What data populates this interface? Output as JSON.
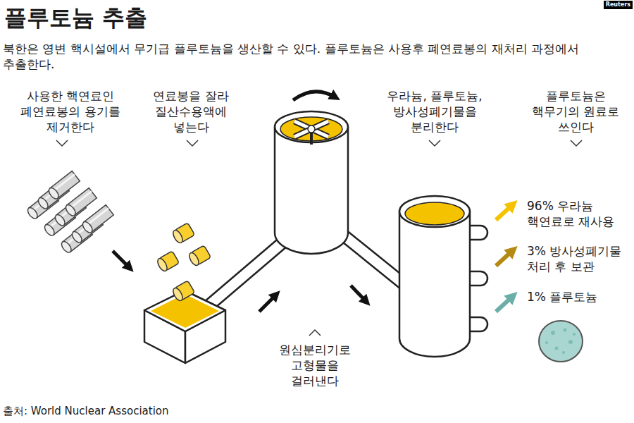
{
  "diagram": {
    "title": "플루토늄 추출",
    "caption": "출처: World Nuclear Association",
    "labels": [
      "Reuters",
      "북한은 영변 핵시설에서 무기급 플루토늄을 생산할 수 있다. 플루토늄은 사용후 폐연료봉의 재처리 과정에서 추출한다.",
      "사용한 핵연료인 폐연료봉의 용기를 제거한다",
      "연료봉을 잘라 질산수용액에 넣는다",
      "우라늄, 플루토늄, 방사성폐기물을 분리한다",
      "플루토늄은 핵무기의 원료로 쓰인다",
      "96% 우라늄 핵연료로 재사용",
      "3% 방사성폐기물 처리 후 보관",
      "1% 플루토늄",
      "원심분리기로 고형물을 걸러낸다"
    ]
  }
}
